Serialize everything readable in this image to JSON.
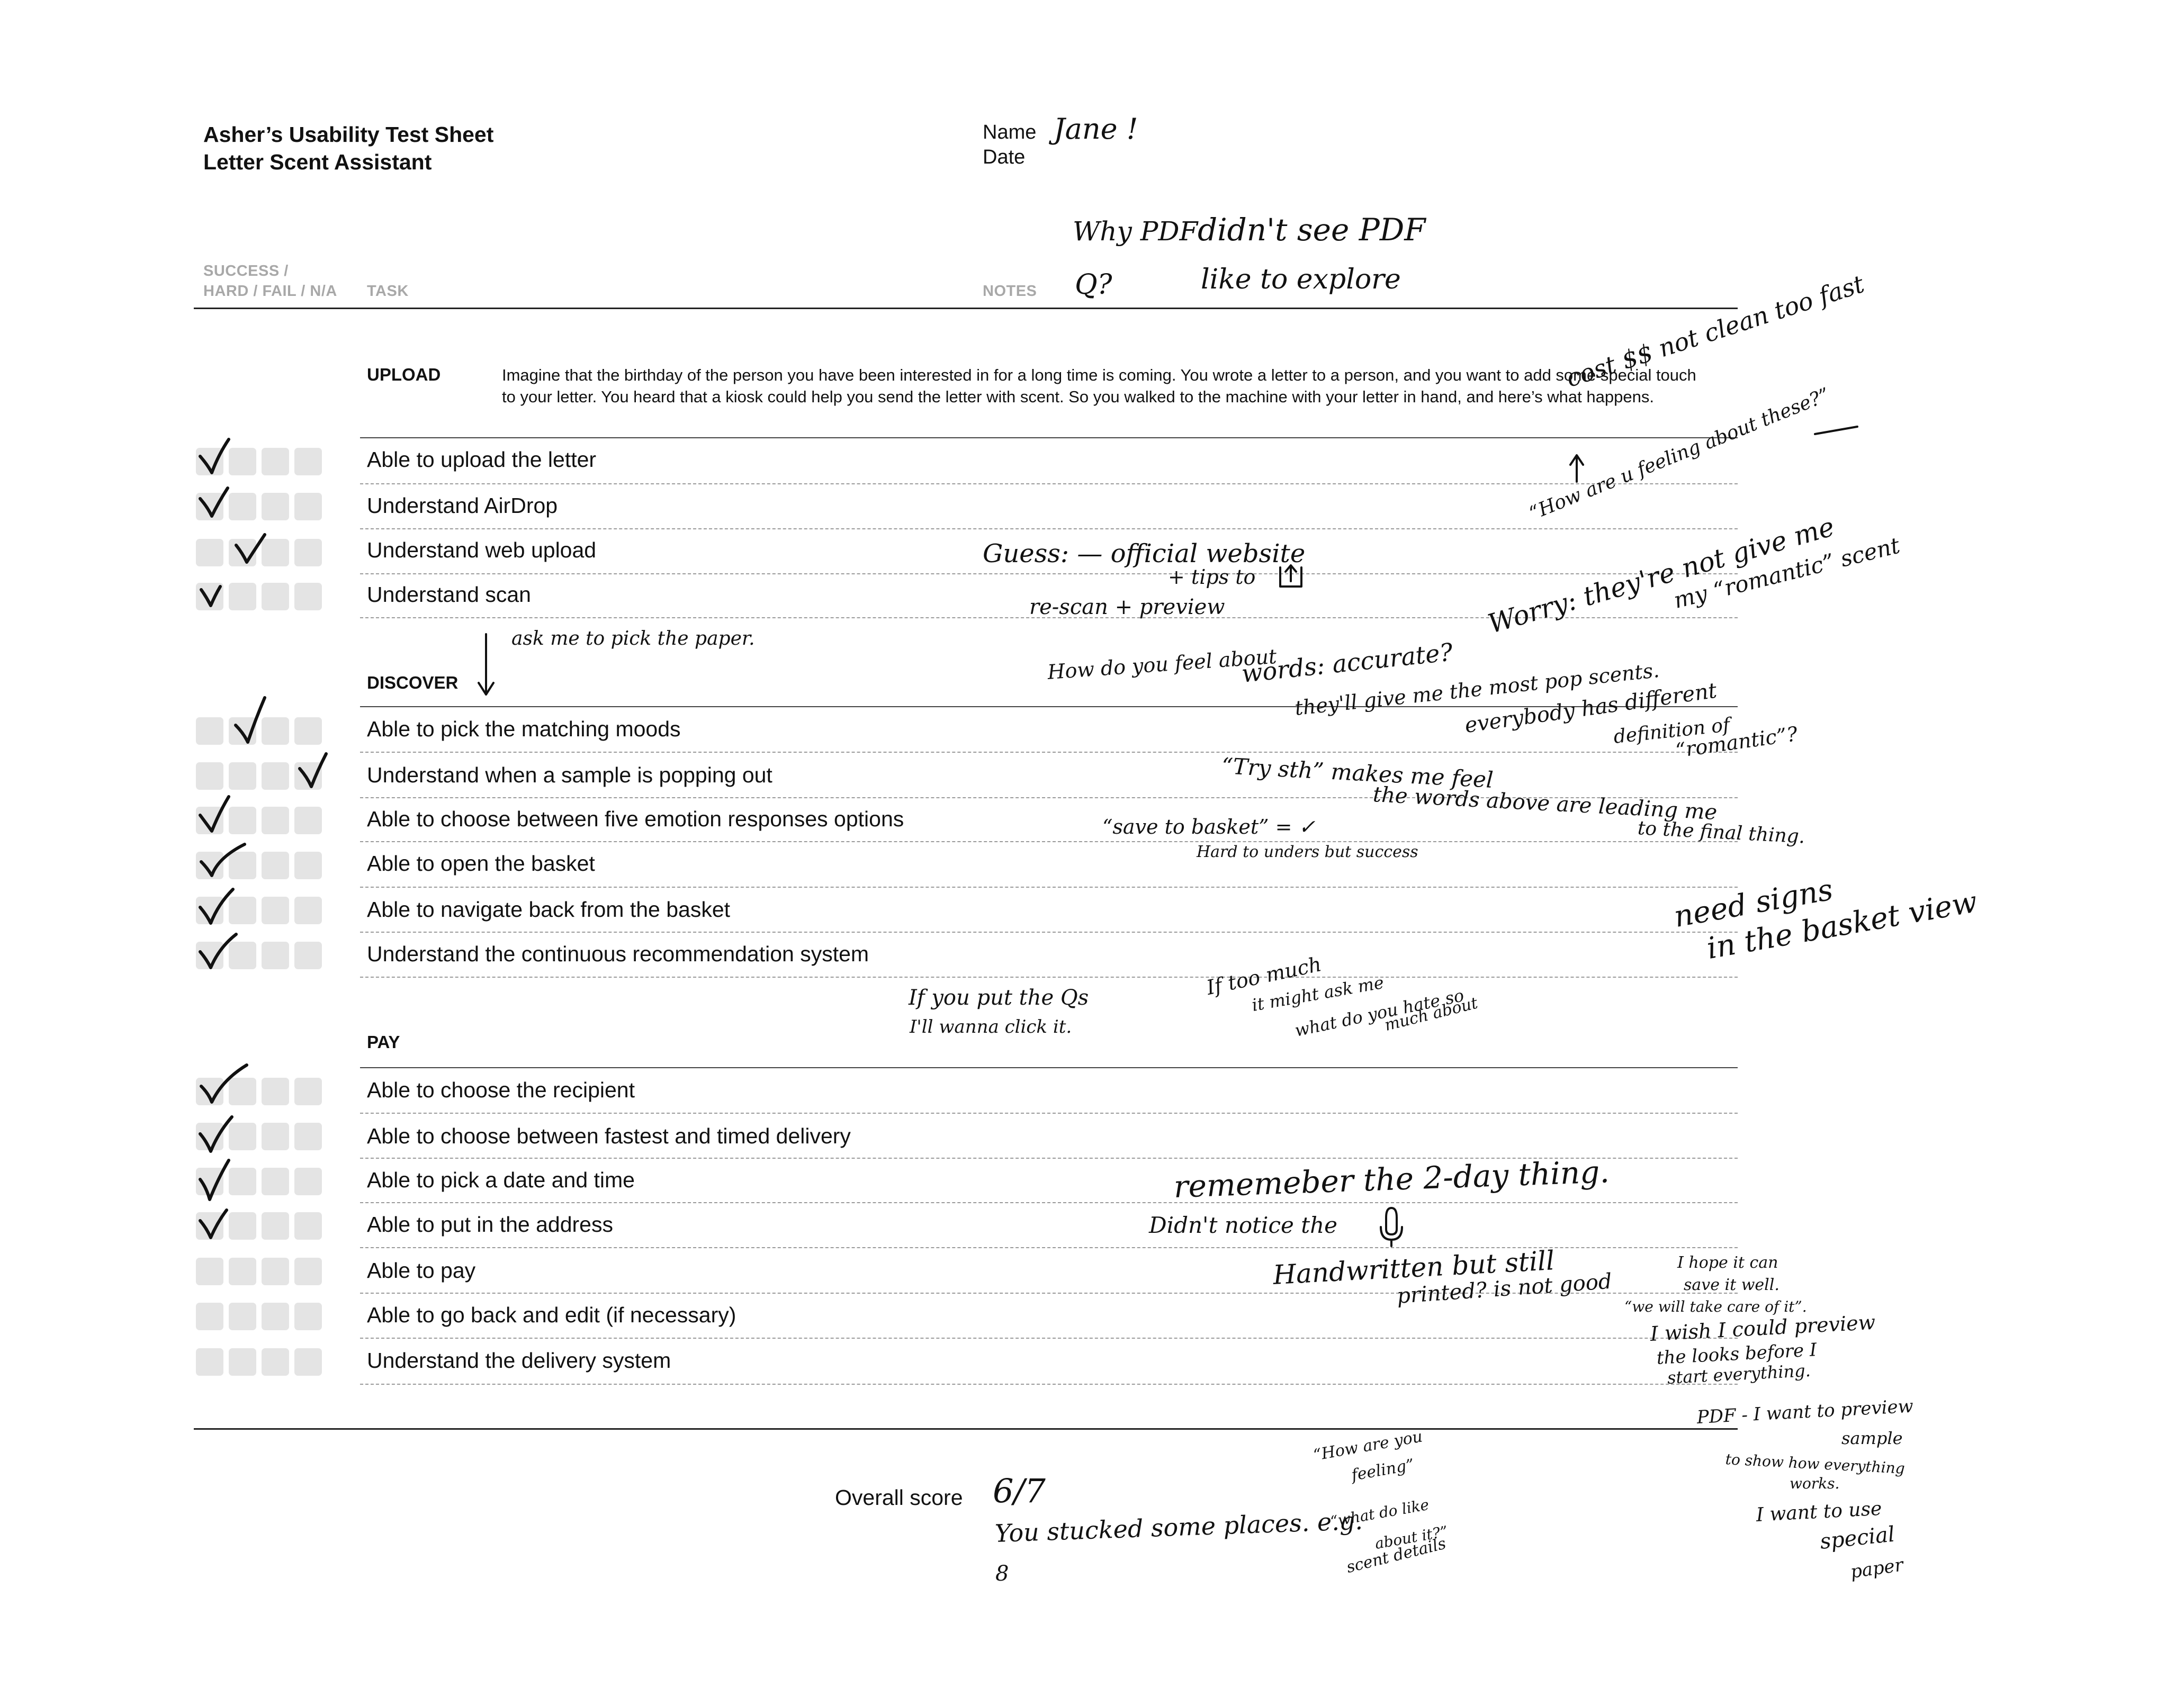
{
  "header": {
    "title_line1": "Asher’s Usability Test Sheet",
    "title_line2": "Letter Scent Assistant",
    "name_label": "Name",
    "date_label": "Date",
    "name_value": "Jane !"
  },
  "columns": {
    "status_line1": "SUCCESS /",
    "status_line2": "HARD / FAIL / N/A",
    "task": "TASK",
    "notes": "NOTES"
  },
  "sections": [
    {
      "title": "UPLOAD",
      "scenario": "Imagine that the birthday of the person you have been interested in for a long time is coming. You wrote a letter to a person, and you want to add some special touch to your letter. You heard that a kiosk could help you send the letter with scent. So you walked to the machine with your letter in hand, and here’s what happens.",
      "tasks": [
        {
          "label": "Able to upload the letter",
          "result": "success"
        },
        {
          "label": "Understand AirDrop",
          "result": "success"
        },
        {
          "label": "Understand web upload",
          "result": "hard"
        },
        {
          "label": "Understand scan",
          "result": "success"
        }
      ]
    },
    {
      "title": "DISCOVER",
      "tasks": [
        {
          "label": "Able to pick the matching moods",
          "result": "hard"
        },
        {
          "label": "Understand when a sample is popping out",
          "result": "n/a"
        },
        {
          "label": "Able to choose between five emotion responses options",
          "result": "success"
        },
        {
          "label": "Able to open the basket",
          "result": "success"
        },
        {
          "label": "Able to navigate back from the basket",
          "result": "success"
        },
        {
          "label": "Understand the continuous recommendation system",
          "result": "success"
        }
      ]
    },
    {
      "title": "PAY",
      "tasks": [
        {
          "label": "Able to choose the recipient",
          "result": "success"
        },
        {
          "label": "Able to choose between fastest and timed delivery",
          "result": "success"
        },
        {
          "label": "Able to pick a date and time",
          "result": "success"
        },
        {
          "label": "Able to put in the address",
          "result": "success"
        },
        {
          "label": "Able to pay",
          "result": ""
        },
        {
          "label": "Able to go back and edit (if necessary)",
          "result": ""
        },
        {
          "label": "Understand the delivery system",
          "result": ""
        }
      ]
    }
  ],
  "footer": {
    "overall_score_label": "Overall score",
    "overall_score_value": "6/7"
  },
  "handwritten_notes": {
    "notes_head_1": "Why PDF",
    "notes_head_2": "Q?",
    "notes_head_3": "didn't see PDF",
    "notes_head_4": "like to explore",
    "upload_1": "cost $$ not clean too fast",
    "upload_2": "“How are u feeling about these?”",
    "upload_3": "Guess: — official website",
    "upload_4": "+ tips to",
    "upload_5": "re-scan + preview",
    "upload_6": "Worry: they're not give me",
    "upload_7": "my “romantic” scent",
    "discover_1": "ask me to pick the paper.",
    "discover_2": "How do you feel about",
    "discover_3": "words: accurate?",
    "discover_4": "they'll give me the most pop scents.",
    "discover_5": "everybody has different",
    "discover_6": "definition of",
    "discover_7": "“romantic”?",
    "discover_8": "“Try sth” makes me feel",
    "discover_9": "the words above are leading me",
    "discover_10": "to the final thing.",
    "discover_11": "“save to basket” = ✓",
    "discover_12": "Hard to unders but success",
    "discover_13": "need signs",
    "discover_14": "in the basket view",
    "discover_15": "If you put the Qs",
    "discover_16": "I'll wanna click it.",
    "discover_17": "If too much",
    "discover_18": "it might ask me",
    "discover_19": "what do you hate so",
    "discover_20": "much about",
    "pay_1": "rememeber the 2-day thing.",
    "pay_2": "Didn't notice the",
    "pay_3": "Handwritten but still",
    "pay_4": "printed? is not good",
    "pay_5": "I hope it can",
    "pay_6": "save it well.",
    "pay_7": "“we will take care of it”.",
    "pay_8": "I wish I could preview",
    "pay_9": "the looks before I",
    "pay_10": "start everything.",
    "side_1": "PDF - I want to preview",
    "side_2": "sample",
    "side_3": "to show how everything",
    "side_4": "works.",
    "side_5": "I want to use",
    "side_6": "special",
    "side_7": "paper",
    "score_1": "You stucked some places. e.g.",
    "score_2": "“what do like",
    "score_3": "about it?”",
    "score_4": "scent details",
    "score_5": "“How are you",
    "score_6": "feeling”",
    "score_7": "8"
  },
  "colors": {
    "ink": "#111111",
    "box": "#e4e4e4",
    "column_head": "#a8a8a8",
    "dashed_rule": "#9a9a9a"
  }
}
